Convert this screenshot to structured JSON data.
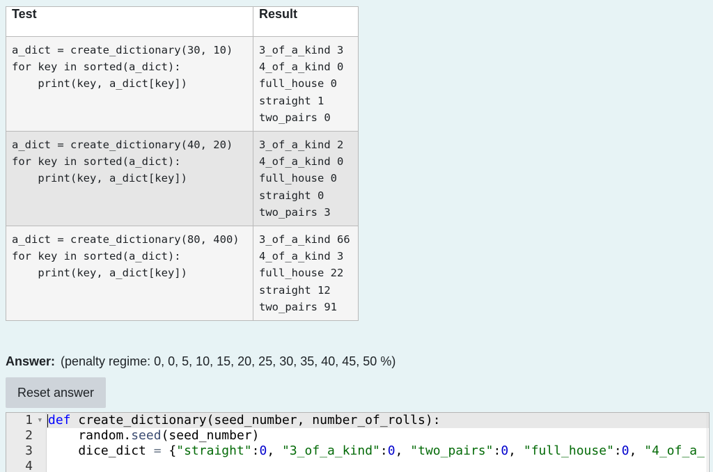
{
  "tests_table": {
    "headers": {
      "test": "Test",
      "result": "Result"
    },
    "rows": [
      {
        "test": "a_dict = create_dictionary(30, 10)\nfor key in sorted(a_dict):\n    print(key, a_dict[key])",
        "result": "3_of_a_kind 3\n4_of_a_kind 0\nfull_house 0\nstraight 1\ntwo_pairs 0"
      },
      {
        "test": "a_dict = create_dictionary(40, 20)\nfor key in sorted(a_dict):\n    print(key, a_dict[key])",
        "result": "3_of_a_kind 2\n4_of_a_kind 0\nfull_house 0\nstraight 0\ntwo_pairs 3"
      },
      {
        "test": "a_dict = create_dictionary(80, 400)\nfor key in sorted(a_dict):\n    print(key, a_dict[key])",
        "result": "3_of_a_kind 66\n4_of_a_kind 3\nfull_house 22\nstraight 12\ntwo_pairs 91"
      }
    ]
  },
  "answer": {
    "label": "Answer:",
    "penalty": "(penalty regime: 0, 0, 5, 10, 15, 20, 25, 30, 35, 40, 45, 50 %)"
  },
  "reset_button": {
    "label": "Reset answer"
  },
  "editor": {
    "line_numbers": [
      "1",
      "2",
      "3",
      "4"
    ],
    "lines": [
      [
        {
          "cls": "kw",
          "text": "def"
        },
        {
          "cls": "",
          "text": " create_dictionary(seed_number, number_of_rolls):"
        }
      ],
      [
        {
          "cls": "",
          "text": "    random."
        },
        {
          "cls": "fn",
          "text": "seed"
        },
        {
          "cls": "",
          "text": "(seed_number)"
        }
      ],
      [
        {
          "cls": "",
          "text": "    dice_dict "
        },
        {
          "cls": "op",
          "text": "="
        },
        {
          "cls": "",
          "text": " {"
        },
        {
          "cls": "str",
          "text": "\"straight\""
        },
        {
          "cls": "",
          "text": ":"
        },
        {
          "cls": "num",
          "text": "0"
        },
        {
          "cls": "",
          "text": ", "
        },
        {
          "cls": "str",
          "text": "\"3_of_a_kind\""
        },
        {
          "cls": "",
          "text": ":"
        },
        {
          "cls": "num",
          "text": "0"
        },
        {
          "cls": "",
          "text": ", "
        },
        {
          "cls": "str",
          "text": "\"two_pairs\""
        },
        {
          "cls": "",
          "text": ":"
        },
        {
          "cls": "num",
          "text": "0"
        },
        {
          "cls": "",
          "text": ", "
        },
        {
          "cls": "str",
          "text": "\"full_house\""
        },
        {
          "cls": "",
          "text": ":"
        },
        {
          "cls": "num",
          "text": "0"
        },
        {
          "cls": "",
          "text": ", "
        },
        {
          "cls": "str",
          "text": "\"4_of_a_"
        }
      ],
      []
    ]
  }
}
